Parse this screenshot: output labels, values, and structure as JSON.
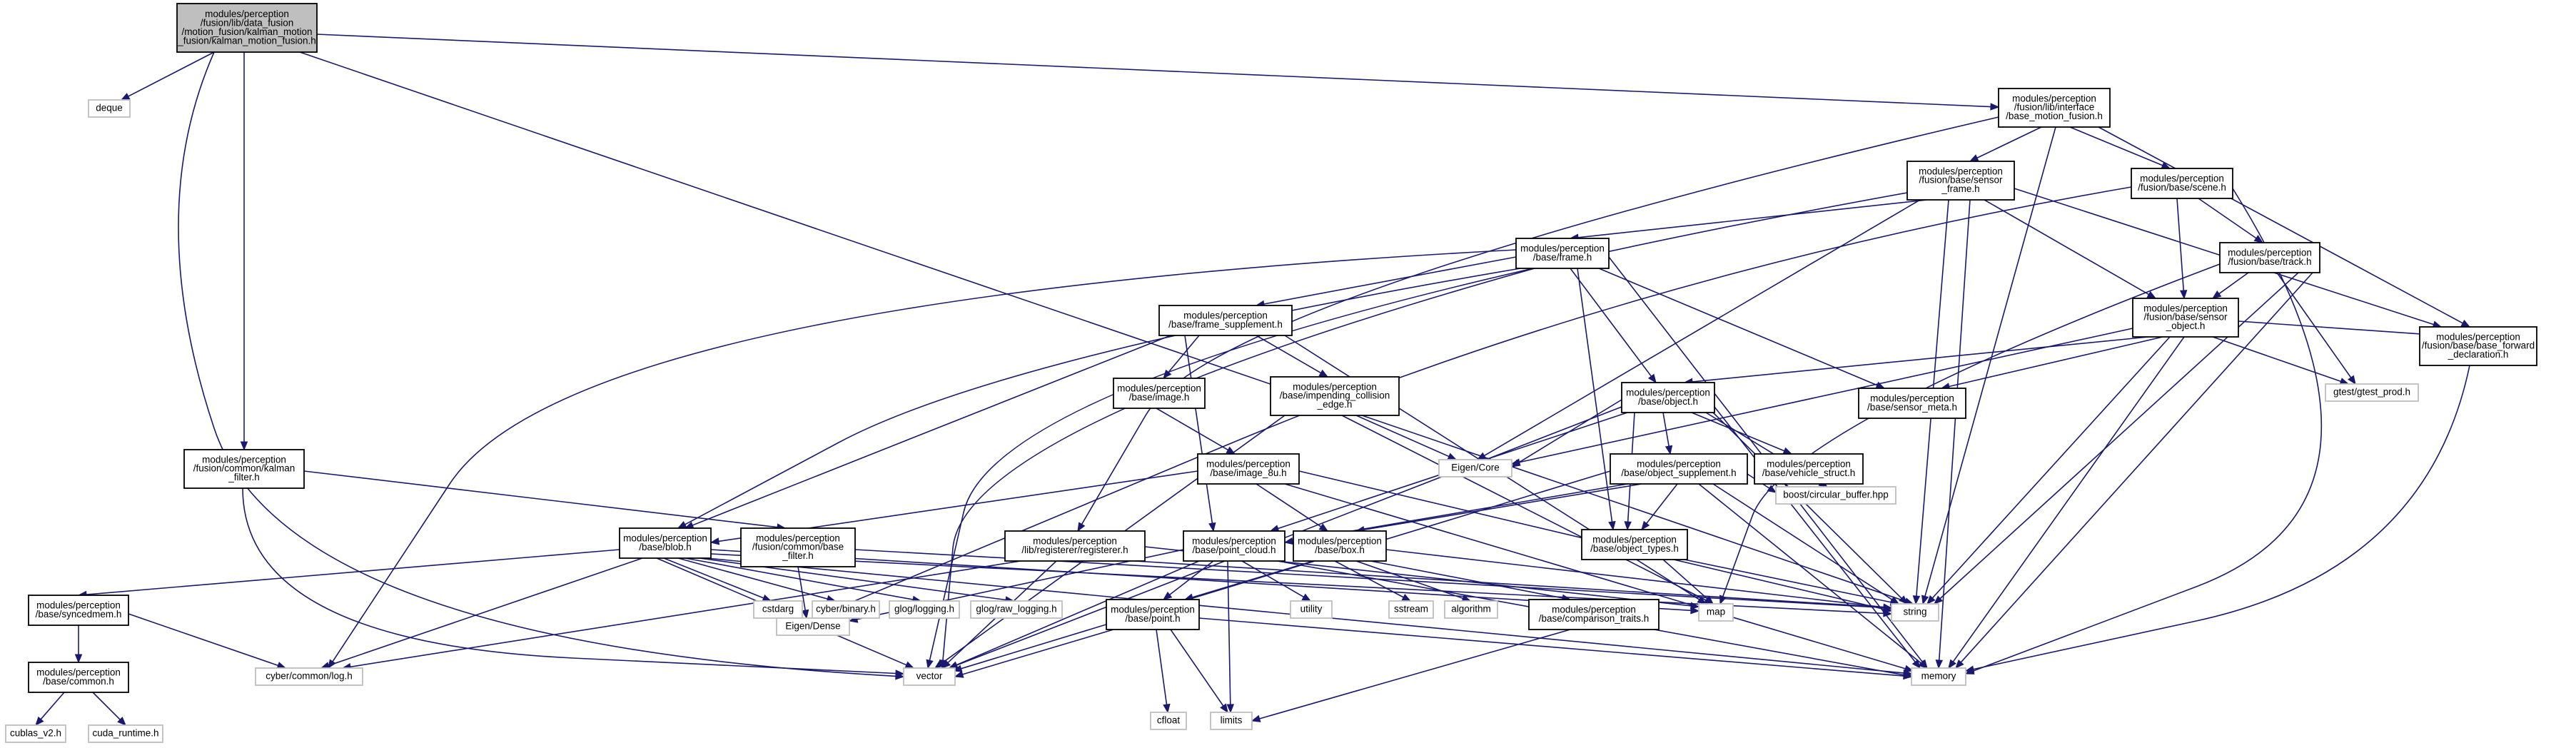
{
  "nodes": [
    {
      "id": "root",
      "lines": [
        "modules/perception",
        "/fusion/lib/data_fusion",
        "/motion_fusion/kalman_motion",
        "_fusion/kalman_motion_fusion.h"
      ],
      "style": "root"
    },
    {
      "id": "deque",
      "lines": [
        "deque"
      ],
      "style": "ext"
    },
    {
      "id": "base_motion_fusion",
      "lines": [
        "modules/perception",
        "/fusion/lib/interface",
        "/base_motion_fusion.h"
      ],
      "style": "int"
    },
    {
      "id": "sensor_frame",
      "lines": [
        "modules/perception",
        "/fusion/base/sensor",
        "_frame.h"
      ],
      "style": "int"
    },
    {
      "id": "scene",
      "lines": [
        "modules/perception",
        "/fusion/base/scene.h"
      ],
      "style": "int"
    },
    {
      "id": "frame",
      "lines": [
        "modules/perception",
        "/base/frame.h"
      ],
      "style": "int"
    },
    {
      "id": "track",
      "lines": [
        "modules/perception",
        "/fusion/base/track.h"
      ],
      "style": "int"
    },
    {
      "id": "frame_supplement",
      "lines": [
        "modules/perception",
        "/base/frame_supplement.h"
      ],
      "style": "int"
    },
    {
      "id": "sensor_object",
      "lines": [
        "modules/perception",
        "/fusion/base/sensor",
        "_object.h"
      ],
      "style": "int"
    },
    {
      "id": "image",
      "lines": [
        "modules/perception",
        "/base/image.h"
      ],
      "style": "int"
    },
    {
      "id": "impending",
      "lines": [
        "modules/perception",
        "/base/impending_collision",
        "_edge.h"
      ],
      "style": "int"
    },
    {
      "id": "object",
      "lines": [
        "modules/perception",
        "/base/object.h"
      ],
      "style": "int"
    },
    {
      "id": "gtest",
      "lines": [
        "gtest/gtest_prod.h"
      ],
      "style": "ext"
    },
    {
      "id": "base_forward",
      "lines": [
        "modules/perception",
        "/fusion/base/base_forward",
        "_declaration.h"
      ],
      "style": "int"
    },
    {
      "id": "kalman_filter",
      "lines": [
        "modules/perception",
        "/fusion/common/kalman",
        "_filter.h"
      ],
      "style": "int"
    },
    {
      "id": "image_8u",
      "lines": [
        "modules/perception",
        "/base/image_8u.h"
      ],
      "style": "int"
    },
    {
      "id": "eigen_core",
      "lines": [
        "Eigen/Core"
      ],
      "style": "ext"
    },
    {
      "id": "sensor_meta",
      "lines": [
        "modules/perception",
        "/base/sensor_meta.h"
      ],
      "style": "int"
    },
    {
      "id": "object_supplement",
      "lines": [
        "modules/perception",
        "/base/object_supplement.h"
      ],
      "style": "int"
    },
    {
      "id": "vehicle_struct",
      "lines": [
        "modules/perception",
        "/base/vehicle_struct.h"
      ],
      "style": "int"
    },
    {
      "id": "boost_cb",
      "lines": [
        "boost/circular_buffer.hpp"
      ],
      "style": "ext"
    },
    {
      "id": "blob",
      "lines": [
        "modules/perception",
        "/base/blob.h"
      ],
      "style": "int"
    },
    {
      "id": "base_filter",
      "lines": [
        "modules/perception",
        "/fusion/common/base",
        "_filter.h"
      ],
      "style": "int"
    },
    {
      "id": "registerer",
      "lines": [
        "modules/perception",
        "/lib/registerer/registerer.h"
      ],
      "style": "int"
    },
    {
      "id": "point_cloud",
      "lines": [
        "modules/perception",
        "/base/point_cloud.h"
      ],
      "style": "int"
    },
    {
      "id": "box",
      "lines": [
        "modules/perception",
        "/base/box.h"
      ],
      "style": "int"
    },
    {
      "id": "object_types",
      "lines": [
        "modules/perception",
        "/base/object_types.h"
      ],
      "style": "int"
    },
    {
      "id": "syncedmem",
      "lines": [
        "modules/perception",
        "/base/syncedmem.h"
      ],
      "style": "int"
    },
    {
      "id": "cstdarg",
      "lines": [
        "cstdarg"
      ],
      "style": "ext"
    },
    {
      "id": "cyber_binary",
      "lines": [
        "cyber/binary.h"
      ],
      "style": "ext"
    },
    {
      "id": "glog_logging",
      "lines": [
        "glog/logging.h"
      ],
      "style": "ext"
    },
    {
      "id": "glog_raw",
      "lines": [
        "glog/raw_logging.h"
      ],
      "style": "ext"
    },
    {
      "id": "eigen_dense",
      "lines": [
        "Eigen/Dense"
      ],
      "style": "ext"
    },
    {
      "id": "utility",
      "lines": [
        "utility"
      ],
      "style": "ext"
    },
    {
      "id": "sstream",
      "lines": [
        "sstream"
      ],
      "style": "ext"
    },
    {
      "id": "algorithm",
      "lines": [
        "algorithm"
      ],
      "style": "ext"
    },
    {
      "id": "comparison_traits",
      "lines": [
        "modules/perception",
        "/base/comparison_traits.h"
      ],
      "style": "int"
    },
    {
      "id": "map",
      "lines": [
        "map"
      ],
      "style": "ext"
    },
    {
      "id": "string",
      "lines": [
        "string"
      ],
      "style": "ext"
    },
    {
      "id": "point",
      "lines": [
        "modules/perception",
        "/base/point.h"
      ],
      "style": "int"
    },
    {
      "id": "common",
      "lines": [
        "modules/perception",
        "/base/common.h"
      ],
      "style": "int"
    },
    {
      "id": "cyber_log",
      "lines": [
        "cyber/common/log.h"
      ],
      "style": "ext"
    },
    {
      "id": "vector",
      "lines": [
        "vector"
      ],
      "style": "ext"
    },
    {
      "id": "cfloat",
      "lines": [
        "cfloat"
      ],
      "style": "ext"
    },
    {
      "id": "limits",
      "lines": [
        "limits"
      ],
      "style": "ext"
    },
    {
      "id": "memory",
      "lines": [
        "memory"
      ],
      "style": "ext"
    },
    {
      "id": "cublas",
      "lines": [
        "cublas_v2.h"
      ],
      "style": "ext"
    },
    {
      "id": "cuda_runtime",
      "lines": [
        "cuda_runtime.h"
      ],
      "style": "ext"
    }
  ]
}
